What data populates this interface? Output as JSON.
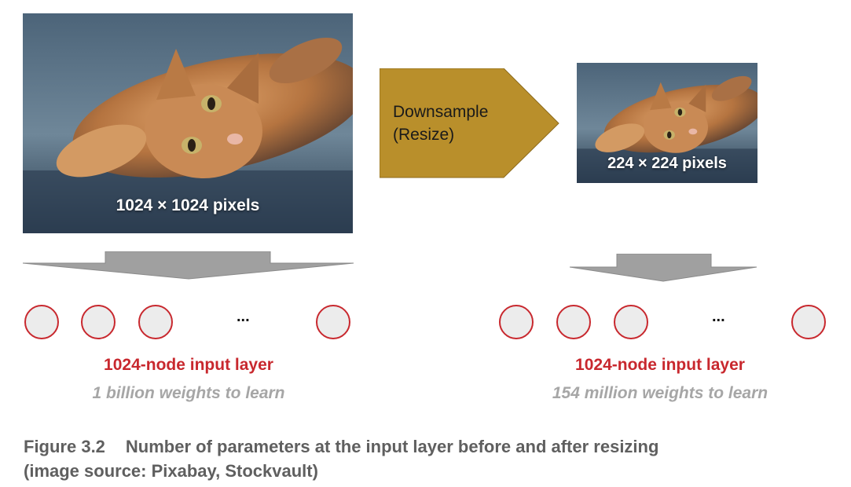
{
  "large_image": {
    "caption": "1024 × 1024 pixels",
    "icon": "cat-photo-large"
  },
  "resize_arrow": {
    "label_line1": "Downsample",
    "label_line2": "(Resize)",
    "color": "#b98f2b"
  },
  "small_image": {
    "caption": "224 × 224 pixels",
    "icon": "cat-photo-small"
  },
  "left_layer": {
    "ellipsis": "...",
    "title": "1024-node input layer",
    "subtitle": "1 billion weights to learn"
  },
  "right_layer": {
    "ellipsis": "...",
    "title": "1024-node input layer",
    "subtitle": "154 million weights to learn"
  },
  "figure_caption": {
    "number": "Figure 3.2",
    "text_line1": "Number of parameters at the input layer before and after resizing",
    "text_line2": "(image source: Pixabay, Stockvault)"
  },
  "colors": {
    "node_border": "#c8282e",
    "node_fill": "#ececec",
    "layer_title": "#c8282e",
    "layer_subtitle": "#a6a6a6",
    "down_arrow": "#a0a0a0"
  }
}
